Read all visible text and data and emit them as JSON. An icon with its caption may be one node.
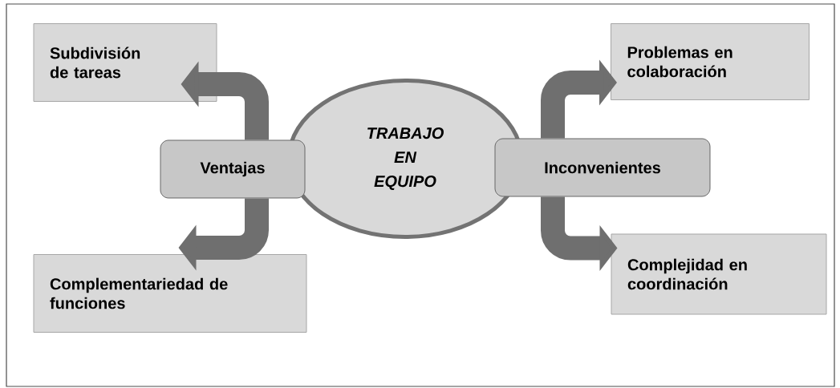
{
  "diagram": {
    "nodes": [
      {
        "text": [
          "Subdivisión de tareas"
        ]
      },
      {
        "text": [
          "Problemas en colaboración"
        ]
      },
      {
        "text": [
          "TRABAJO EN EQUIPO"
        ]
      },
      {
        "text": [
          "Ventajas"
        ]
      },
      {
        "text": [
          "Inconvenientes"
        ]
      },
      {
        "text": [
          "Complementariedad de funciones"
        ]
      },
      {
        "text": [
          "Complejidad en coordinación"
        ]
      }
    ],
    "edges": [
      {
        "from": 3,
        "to": 0,
        "arrow": "to"
      },
      {
        "from": 3,
        "to": 5,
        "arrow": "to"
      },
      {
        "from": 4,
        "to": 1,
        "arrow": "to"
      },
      {
        "from": 4,
        "to": 6,
        "arrow": "to"
      }
    ]
  }
}
